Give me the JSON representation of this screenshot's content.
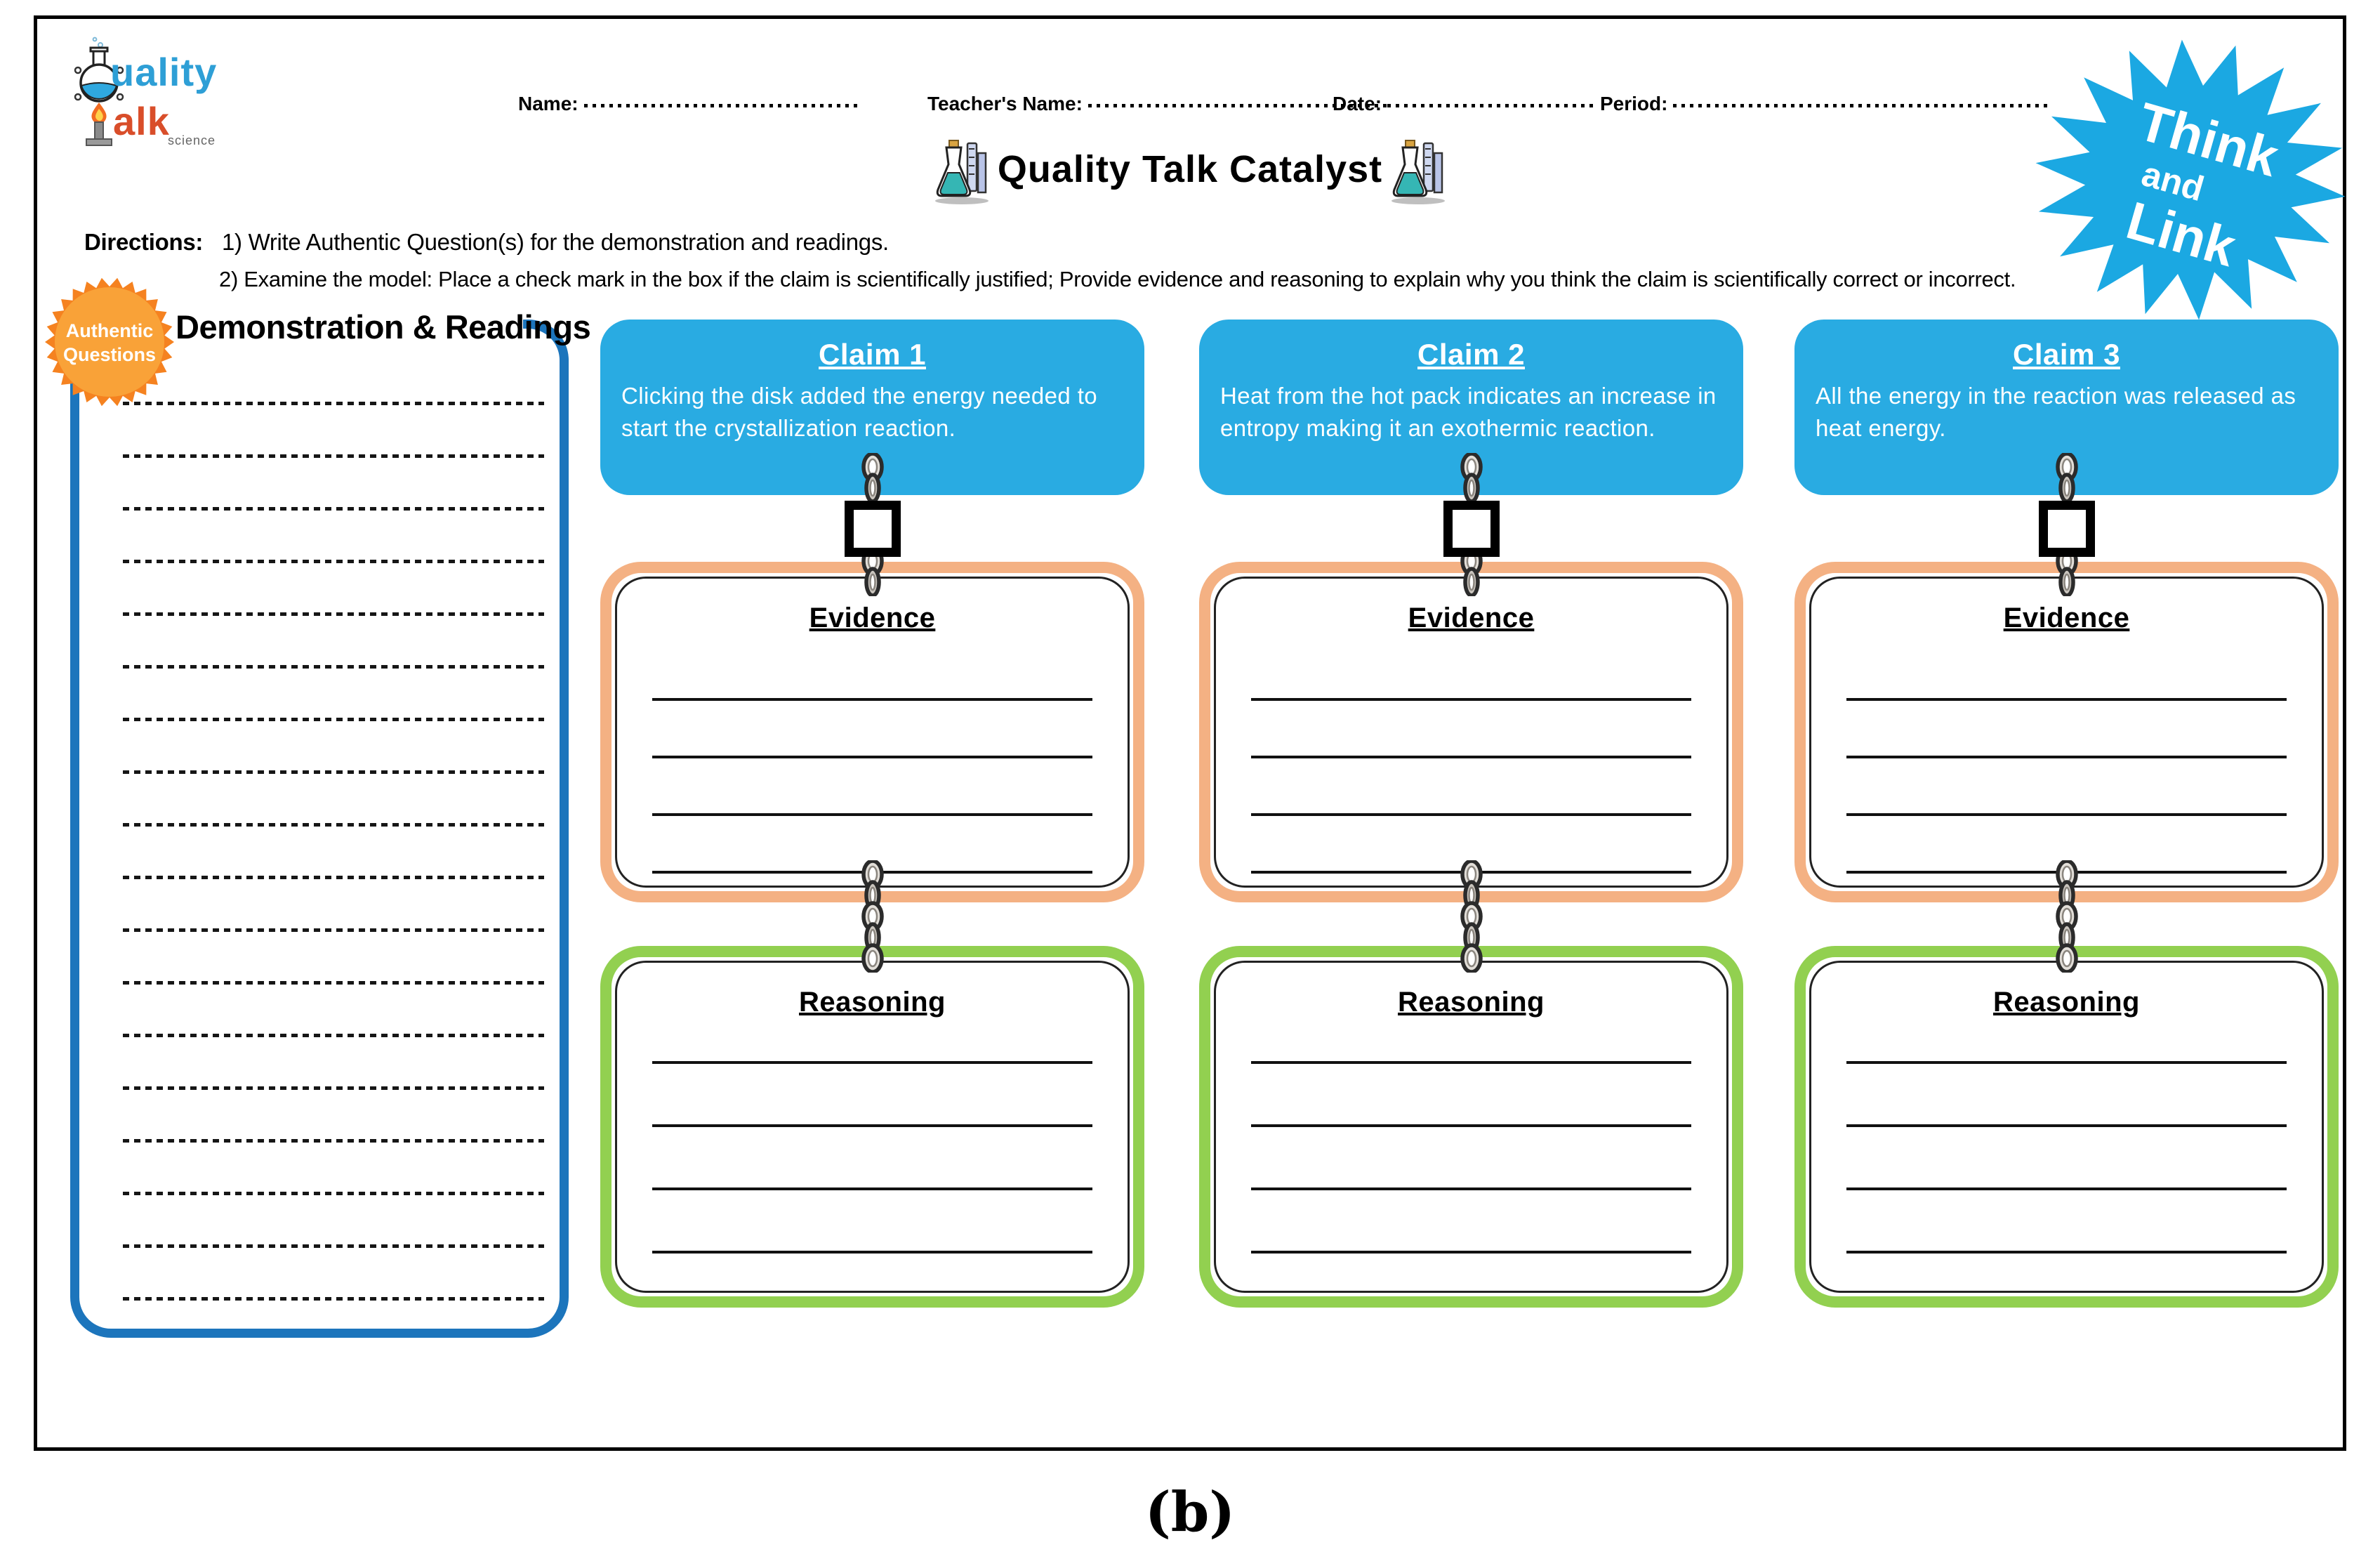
{
  "caption": "(b)",
  "logo": {
    "word1": "uality",
    "word2": "alk",
    "subtext": "science"
  },
  "header_fields": {
    "name_label": "Name:",
    "teacher_label": "Teacher's Name:",
    "date_label": "Date:",
    "period_label": "Period:"
  },
  "title": "Quality Talk Catalyst",
  "directions": {
    "label": "Directions:",
    "step1": "1) Write Authentic Question(s) for the demonstration and readings.",
    "step2": "2) Examine the model: Place a check mark in the box if the claim is scientifically justified; Provide evidence and reasoning to explain why you think the claim is scientifically correct or incorrect."
  },
  "think_link_badge": {
    "line1": "Think",
    "line2": "and",
    "line3": "Link"
  },
  "left_panel": {
    "badge": {
      "line1": "Authentic",
      "line2": "Questions"
    },
    "title": "Demonstration & Readings",
    "dotted_line_count": 18
  },
  "lines": {
    "evidence": 4,
    "reasoning": 4
  },
  "columns": [
    {
      "claim_title": "Claim 1",
      "claim_text": "Clicking the disk added the energy needed to start the crystallization reaction.",
      "evidence_title": "Evidence",
      "reasoning_title": "Reasoning",
      "checkbox_checked": false
    },
    {
      "claim_title": "Claim 2",
      "claim_text": "Heat from the hot pack indicates an increase in entropy making it an exothermic reaction.",
      "evidence_title": "Evidence",
      "reasoning_title": "Reasoning",
      "checkbox_checked": false
    },
    {
      "claim_title": "Claim 3",
      "claim_text": "All the energy in the reaction was released as heat energy.",
      "evidence_title": "Evidence",
      "reasoning_title": "Reasoning",
      "checkbox_checked": false
    }
  ],
  "colors": {
    "claim_blue": "#29ABE2",
    "starburst_blue": "#1BA8E2",
    "panel_border_blue": "#1C75BC",
    "evidence_orange": "#F4B183",
    "reasoning_green": "#92D050",
    "sun_orange": "#F58220",
    "sun_orange_light": "#F9A238",
    "logo_blue": "#2E9FD6",
    "logo_red": "#D94E2A"
  }
}
